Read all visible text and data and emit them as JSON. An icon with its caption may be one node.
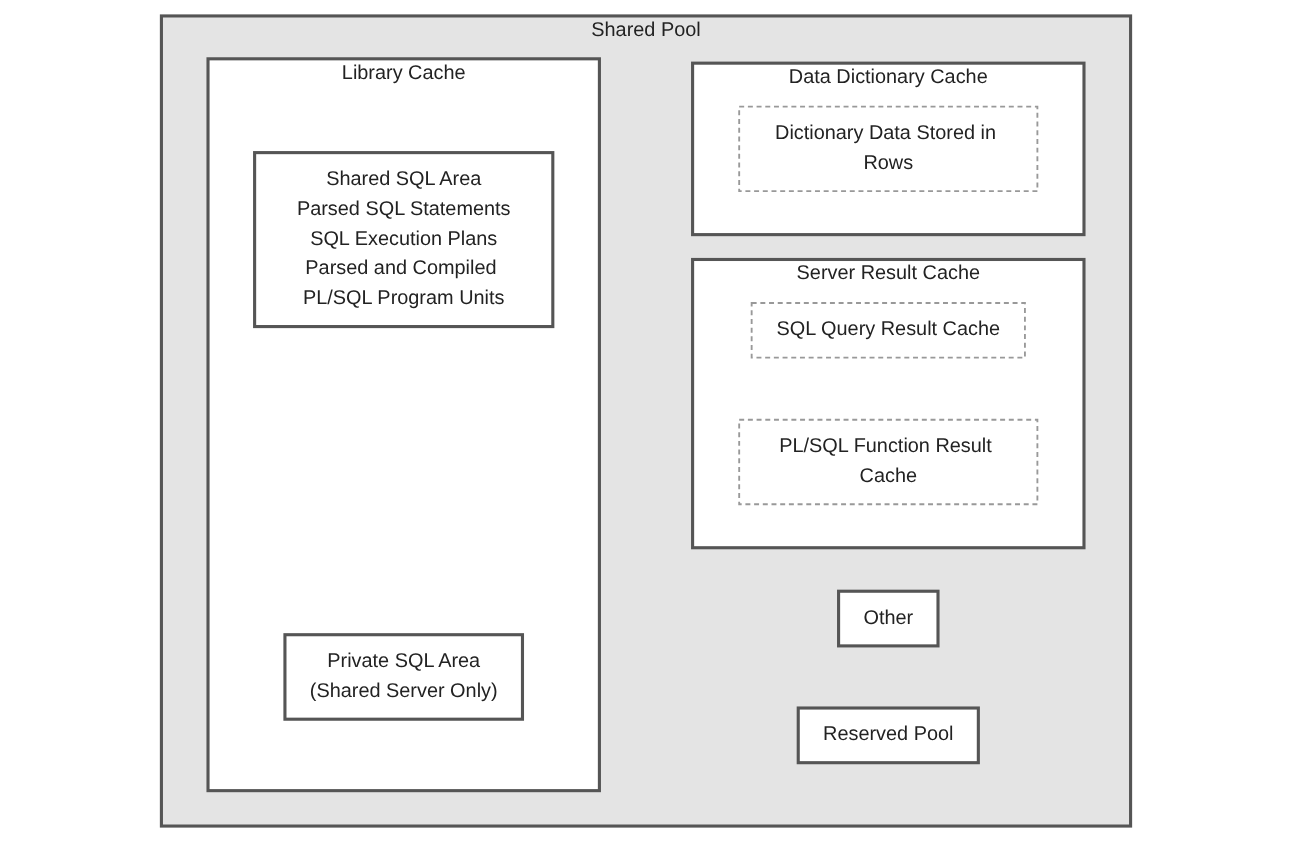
{
  "diagram": {
    "nodes": [
      {
        "text": [
          "Shared Pool"
        ]
      },
      {
        "text": [
          "Library Cache"
        ],
        "in": 0
      },
      {
        "text": [
          "Shared SQL Area",
          "Parsed SQL Statements",
          "SQL Execution Plans",
          "Parsed and Compiled PL/SQL Program Units"
        ],
        "in": 1
      },
      {
        "text": [
          "Private SQL Area",
          "(Shared Server Only)"
        ],
        "in": 1
      },
      {
        "text": [
          "Data Dictionary Cache"
        ],
        "in": 0
      },
      {
        "text": [
          "Dictionary Data Stored in Rows"
        ],
        "in": 4
      },
      {
        "text": [
          "Server Result Cache"
        ],
        "in": 0
      },
      {
        "text": [
          "SQL Query Result Cache"
        ],
        "in": 6
      },
      {
        "text": [
          "PL/SQL Function Result Cache"
        ],
        "in": 6
      },
      {
        "text": [
          "Other"
        ],
        "in": 0
      },
      {
        "text": [
          "Reserved Pool"
        ],
        "in": 0
      }
    ],
    "edges": []
  }
}
